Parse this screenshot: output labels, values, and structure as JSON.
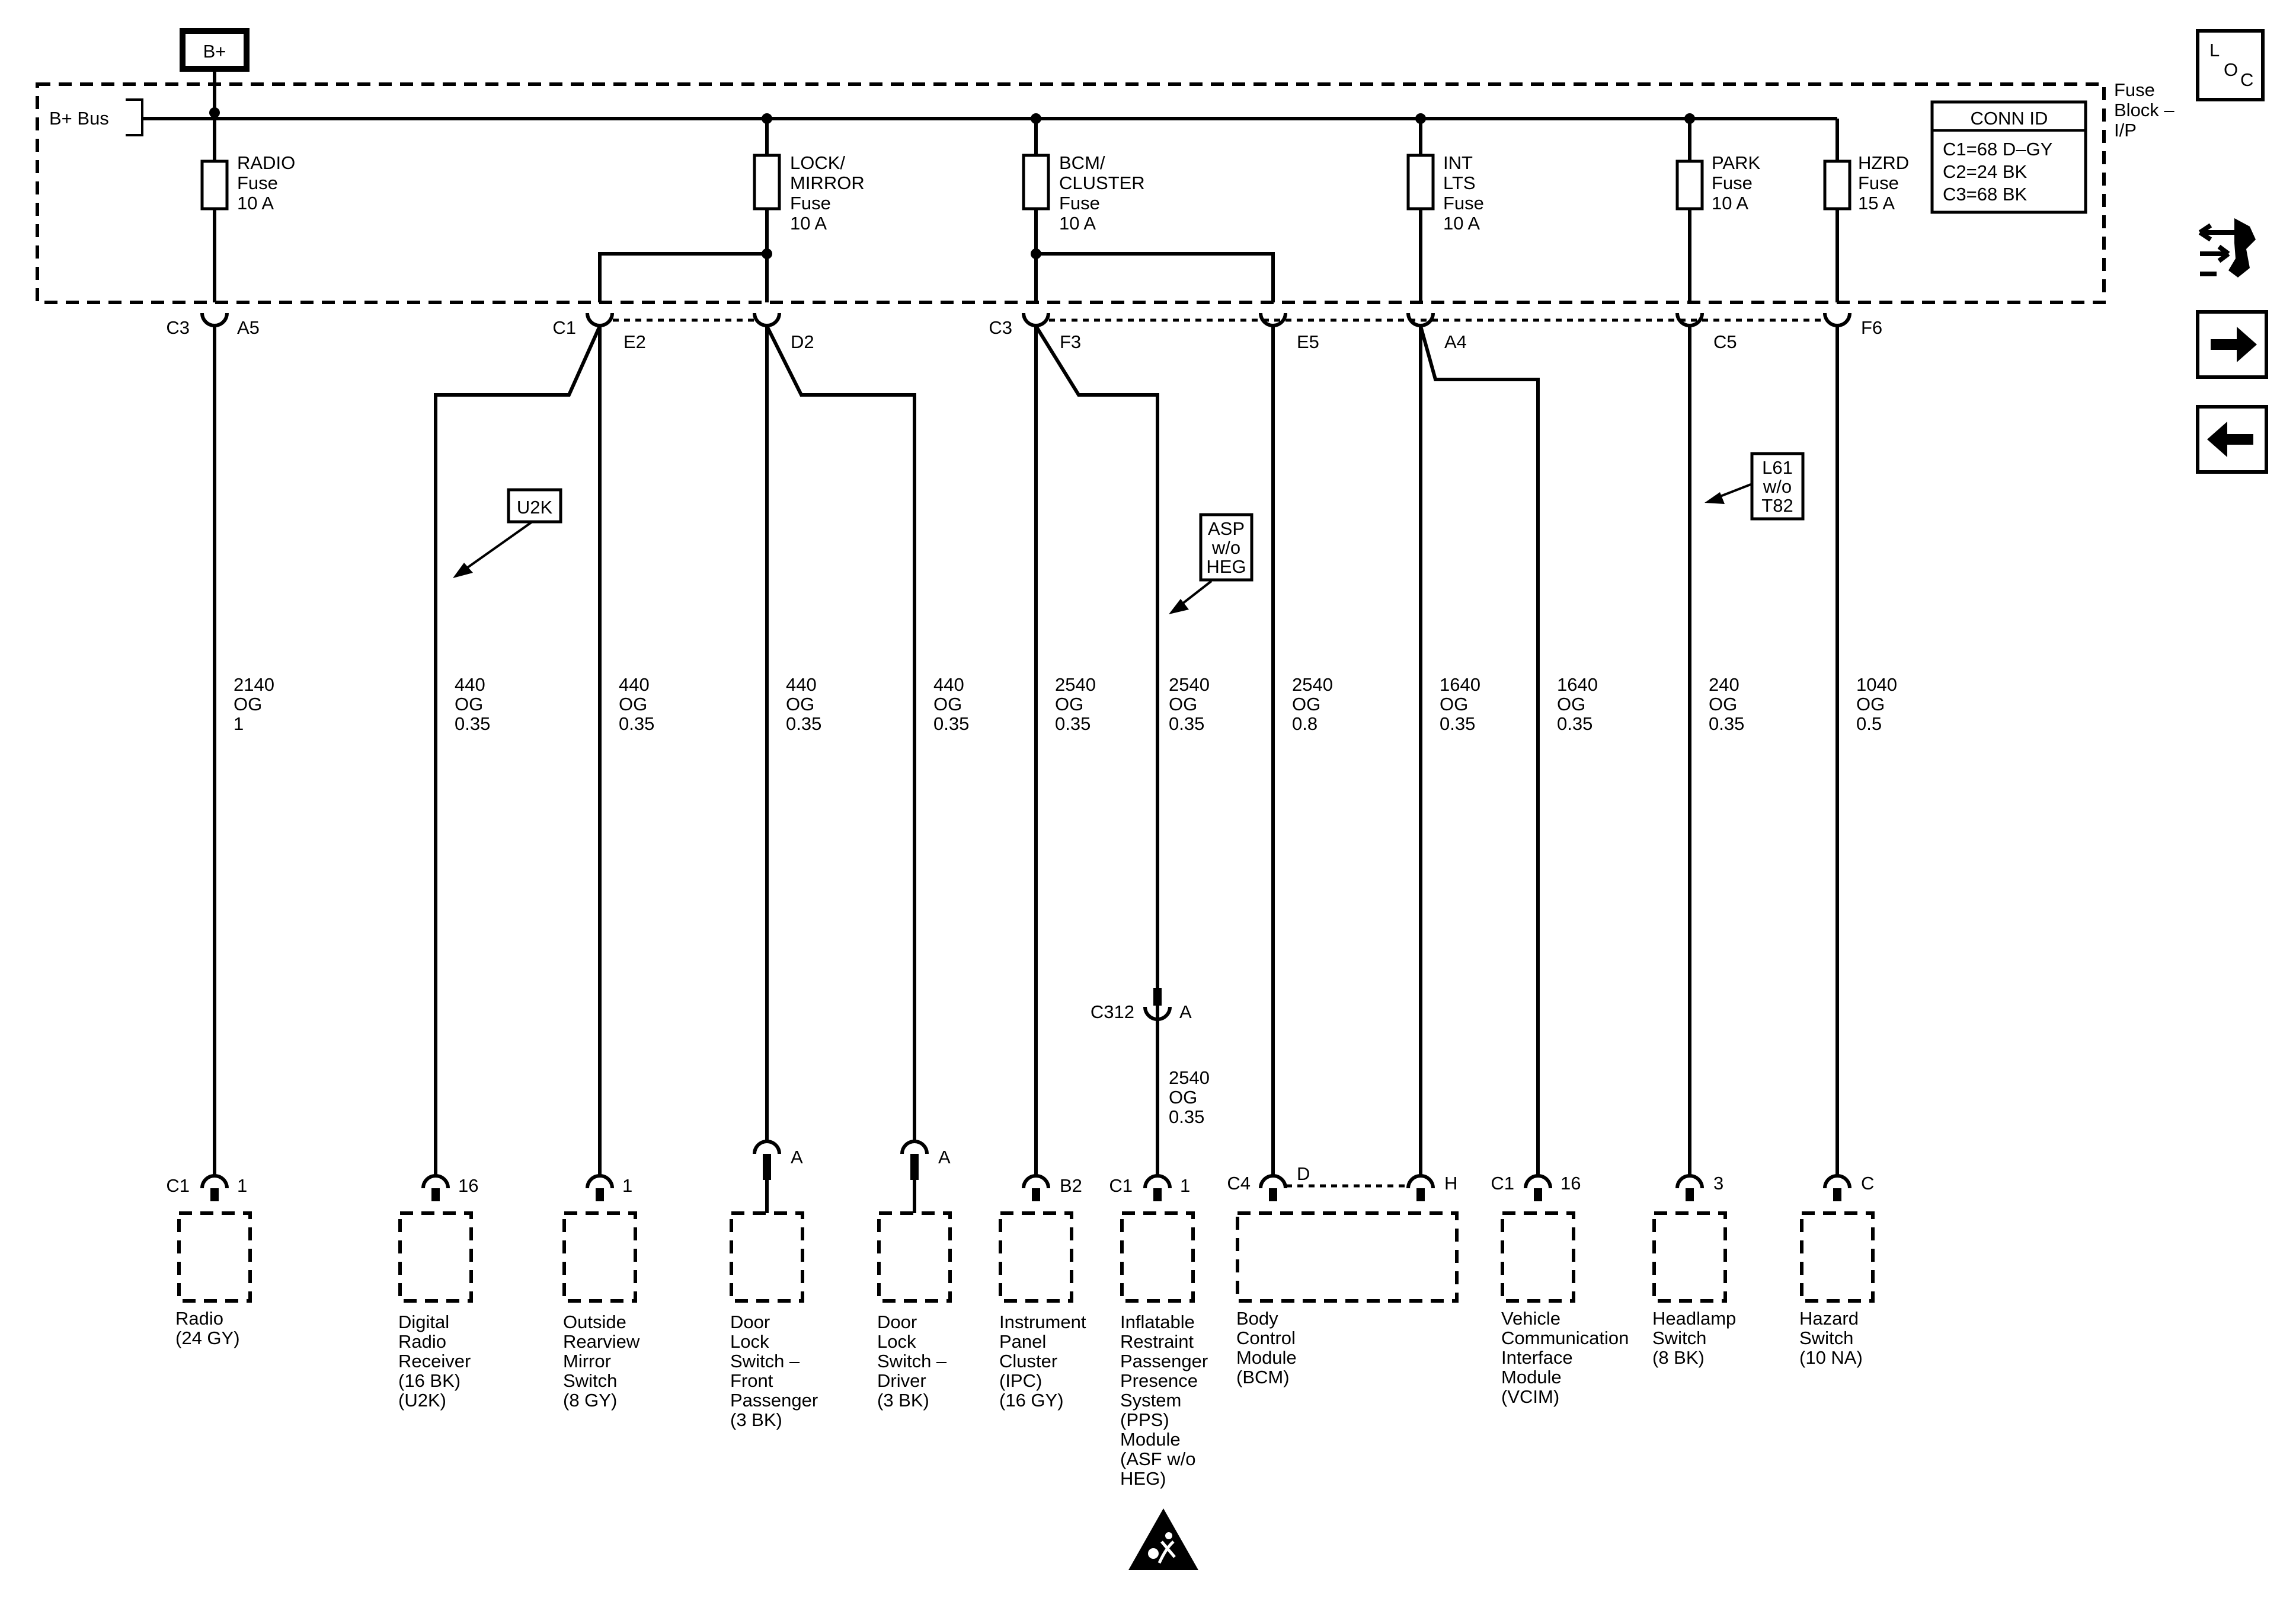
{
  "power_source": "B+",
  "bus_label": "B+ Bus",
  "fuse_block_label": [
    "Fuse",
    "Block –",
    "I/P"
  ],
  "loc_icon": [
    "L",
    "O",
    "C"
  ],
  "conn_id": {
    "title": "CONN ID",
    "rows": [
      "C1=68 D–GY",
      "C2=24 BK",
      "C3=68 BK"
    ]
  },
  "fuses": [
    {
      "lines": [
        "RADIO",
        "Fuse",
        "10 A"
      ]
    },
    {
      "lines": [
        "LOCK/",
        "MIRROR",
        "Fuse",
        "10 A"
      ]
    },
    {
      "lines": [
        "BCM/",
        "CLUSTER",
        "Fuse",
        "10 A"
      ]
    },
    {
      "lines": [
        "INT",
        "LTS",
        "Fuse",
        "10 A"
      ]
    },
    {
      "lines": [
        "PARK",
        "Fuse",
        "10 A"
      ]
    },
    {
      "lines": [
        "HZRD",
        "Fuse",
        "15 A"
      ]
    }
  ],
  "top_connectors": [
    {
      "conn": "C3",
      "pin": "A5"
    },
    {
      "conn": "C1",
      "pin": "E2"
    },
    {
      "pin": "D2"
    },
    {
      "conn": "C3",
      "pin": "F3"
    },
    {
      "pin": "E5"
    },
    {
      "pin": "A4"
    },
    {
      "pin": "C5"
    },
    {
      "pin": "F6"
    }
  ],
  "options": {
    "u2k": [
      "U2K"
    ],
    "asp": [
      "ASP",
      "w/o",
      "HEG"
    ],
    "l61": [
      "L61",
      "w/o",
      "T82"
    ]
  },
  "wires": [
    {
      "circuit": "2140",
      "color": "OG",
      "gauge": "1"
    },
    {
      "circuit": "440",
      "color": "OG",
      "gauge": "0.35"
    },
    {
      "circuit": "440",
      "color": "OG",
      "gauge": "0.35"
    },
    {
      "circuit": "440",
      "color": "OG",
      "gauge": "0.35"
    },
    {
      "circuit": "440",
      "color": "OG",
      "gauge": "0.35"
    },
    {
      "circuit": "2540",
      "color": "OG",
      "gauge": "0.35"
    },
    {
      "circuit": "2540",
      "color": "OG",
      "gauge": "0.35"
    },
    {
      "circuit": "2540",
      "color": "OG",
      "gauge": "0.8"
    },
    {
      "circuit": "1640",
      "color": "OG",
      "gauge": "0.35"
    },
    {
      "circuit": "1640",
      "color": "OG",
      "gauge": "0.35"
    },
    {
      "circuit": "240",
      "color": "OG",
      "gauge": "0.35"
    },
    {
      "circuit": "1040",
      "color": "OG",
      "gauge": "0.5"
    }
  ],
  "inline_connector": {
    "conn": "C312",
    "pin": "A"
  },
  "inline_wire": {
    "circuit": "2540",
    "color": "OG",
    "gauge": "0.35"
  },
  "bottom_pins": [
    {
      "conn": "C1",
      "pin": "1"
    },
    {
      "pin": "16"
    },
    {
      "pin": "1"
    },
    {
      "pin": "A"
    },
    {
      "pin": "A"
    },
    {
      "pin": "B2"
    },
    {
      "conn": "C1",
      "pin": "1"
    },
    {
      "conn": "C4",
      "pin": "D"
    },
    {
      "pin": "H"
    },
    {
      "conn": "C1",
      "pin": "16"
    },
    {
      "pin": "3"
    },
    {
      "pin": "C"
    }
  ],
  "components": [
    {
      "lines": [
        "Radio",
        "(24 GY)"
      ]
    },
    {
      "lines": [
        "Digital",
        "Radio",
        "Receiver",
        "(16 BK)",
        "(U2K)"
      ]
    },
    {
      "lines": [
        "Outside",
        "Rearview",
        "Mirror",
        "Switch",
        "(8 GY)"
      ]
    },
    {
      "lines": [
        "Door",
        "Lock",
        "Switch –",
        "Front",
        "Passenger",
        "(3 BK)"
      ]
    },
    {
      "lines": [
        "Door",
        "Lock",
        "Switch –",
        "Driver",
        "(3 BK)"
      ]
    },
    {
      "lines": [
        "Instrument",
        "Panel",
        "Cluster",
        "(IPC)",
        "(16 GY)"
      ]
    },
    {
      "lines": [
        "Inflatable",
        "Restraint",
        "Passenger",
        "Presence",
        "System",
        "(PPS)",
        "Module",
        "(ASF w/o",
        "HEG)"
      ]
    },
    {
      "lines": [
        "Body",
        "Control",
        "Module",
        "(BCM)"
      ]
    },
    {
      "lines": [
        "Vehicle",
        "Communication",
        "Interface",
        "Module",
        "(VCIM)"
      ]
    },
    {
      "lines": [
        "Headlamp",
        "Switch",
        "(8 BK)"
      ]
    },
    {
      "lines": [
        "Hazard",
        "Switch",
        "(10 NA)"
      ]
    }
  ],
  "icons": [
    "loc-icon",
    "schematic-nav-icon",
    "next-page-arrow-icon",
    "previous-page-arrow-icon",
    "airbag-warning-icon"
  ]
}
